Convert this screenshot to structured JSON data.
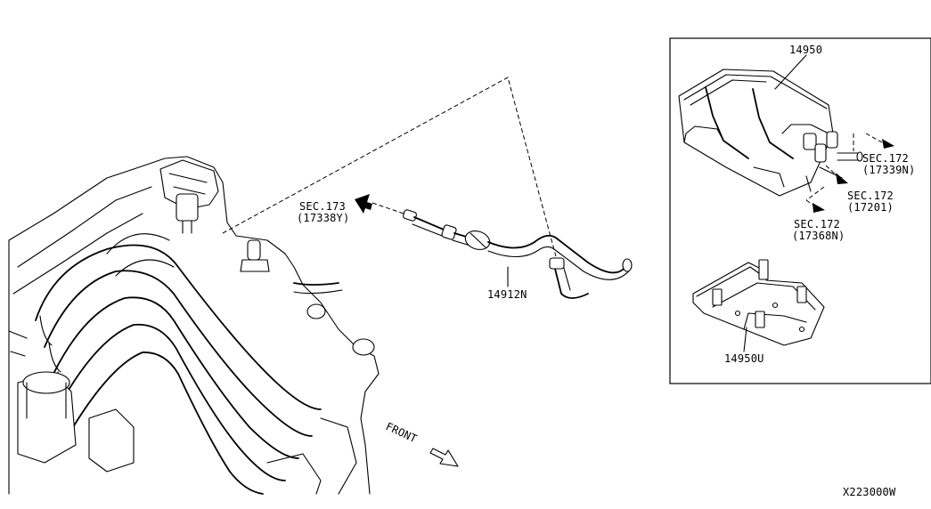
{
  "diagram": {
    "labels": {
      "canister_part": "14950",
      "bracket_part": "14950U",
      "hose_part": "14912N",
      "sec173": "SEC.173",
      "sec173_ref": "(17338Y)",
      "sec172_a": "SEC.172",
      "sec172_a_ref": "(17339N)",
      "sec172_b": "SEC.172",
      "sec172_b_ref": "(17201)",
      "sec172_c": "SEC.172",
      "sec172_c_ref": "(17368N)",
      "front": "FRONT",
      "figure_code": "X223000W"
    }
  }
}
